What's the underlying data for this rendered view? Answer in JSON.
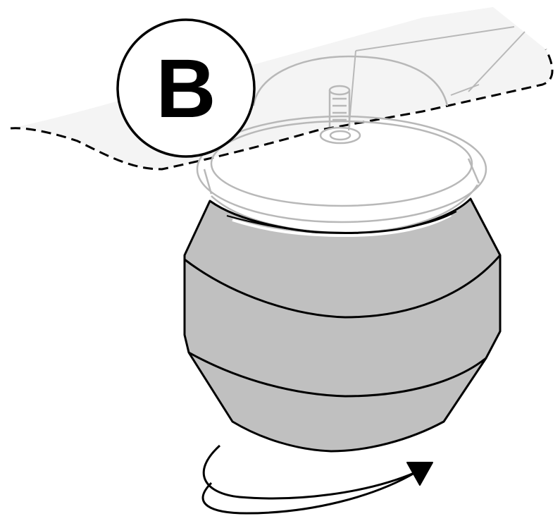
{
  "step": {
    "label": "B"
  },
  "colors": {
    "line": "#000000",
    "shell_fill": "#c0c0c0",
    "ghost_line": "#b8b8b8",
    "ghost_fill": "#f4f4f4",
    "badge_fill": "#ffffff"
  },
  "icons": {
    "rotation_arrow": "curved-arrow-clockwise",
    "shaft": "knob-shaft"
  }
}
